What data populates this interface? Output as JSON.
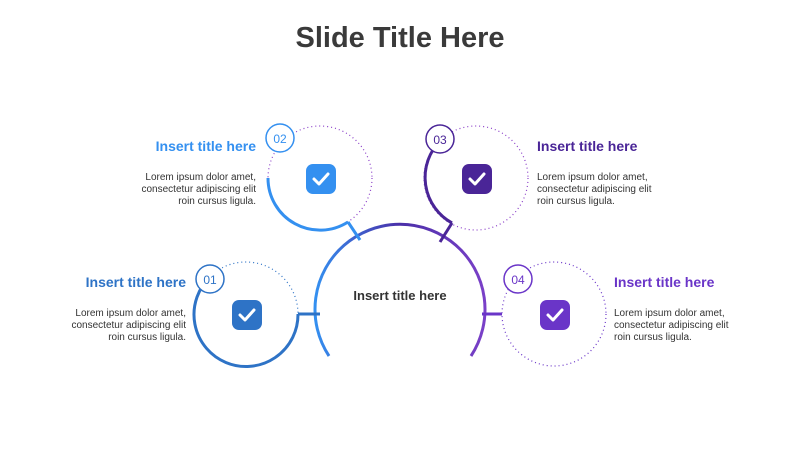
{
  "slide": {
    "title": "Slide Title Here"
  },
  "center": {
    "title": "Insert title here"
  },
  "steps": [
    {
      "number": "01",
      "title": "Insert title here",
      "body": "Lorem ipsum dolor amet, consectetur adipiscing elit roin cursus ligula.",
      "color": "#2e73c6"
    },
    {
      "number": "02",
      "title": "Insert title here",
      "body": "Lorem ipsum dolor amet, consectetur adipiscing elit roin cursus ligula.",
      "color": "#3490f0"
    },
    {
      "number": "03",
      "title": "Insert title here",
      "body": "Lorem ipsum dolor amet, consectetur adipiscing elit roin cursus ligula.",
      "color": "#4a2597"
    },
    {
      "number": "04",
      "title": "Insert title here",
      "body": "Lorem ipsum dolor amet, consectetur adipiscing elit roin cursus ligula.",
      "color": "#6a35c8"
    }
  ],
  "icons": {
    "step_icon": "check-icon"
  }
}
